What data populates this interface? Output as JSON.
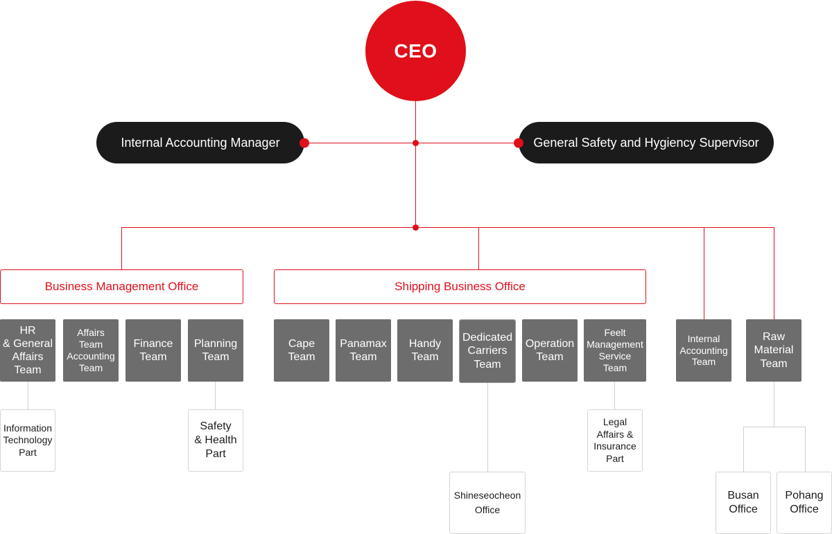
{
  "ceo": "CEO",
  "staff": {
    "left": "Internal Accounting Manager",
    "right": "General Safety and Hygiency Supervisor"
  },
  "offices": {
    "business": "Business Management Office",
    "shipping": "Shipping Business Office"
  },
  "teams": {
    "hr": "HR\n& General\nAffairs\nTeam",
    "affairs_accounting": "Affairs\nTeam\nAccounting\nTeam",
    "finance": "Finance\nTeam",
    "planning": "Planning\nTeam",
    "cape": "Cape\nTeam",
    "panamax": "Panamax\nTeam",
    "handy": "Handy\nTeam",
    "dedicated_carriers": "Dedicated\nCarriers\nTeam",
    "operation": "Operation\nTeam",
    "fleet_management": "Feelt\nManagement\nService\nTeam",
    "internal_accounting": "Internal\nAccounting\nTeam",
    "raw_material": "Raw\nMaterial\nTeam"
  },
  "parts": {
    "it": "Information\nTechnology\nPart",
    "safety_health": "Safety\n& Health\nPart",
    "shineseocheon": "Shineseocheon\nOffice",
    "legal": "Legal\nAffairs &\nInsurance\nPart",
    "busan": "Busan\nOffice",
    "pohang": "Pohang\nOffice"
  },
  "colors": {
    "accent": "#df0f1b",
    "dark": "#1b1b1b",
    "team": "#6d6d6d",
    "part_border": "#d5d5d5"
  }
}
